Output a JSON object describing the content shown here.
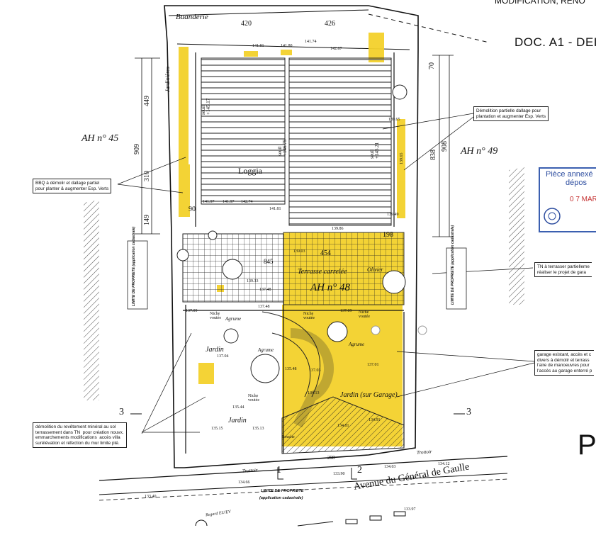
{
  "header": {
    "top_banner": "MODIFICATION, RENO",
    "doc_title": "DOC. A1 - DEI",
    "edge_letter": "P"
  },
  "parcels": {
    "left": "AH n° 45",
    "right": "AH n° 49",
    "center": "AH n° 48"
  },
  "rooms": {
    "buanderie": "Buanderie",
    "loggia": "Loggia",
    "terrasse": "Terrasse carrelée",
    "jardin_1": "Jardin",
    "jardin_2": "Jardin",
    "jardin_garage": "Jardin (sur Garage)",
    "jardinieres": "Jardinières",
    "agrume_1": "Agrume",
    "agrume_2": "Agrume",
    "agrume_3": "Agrume",
    "olivier": "Olivier",
    "niche_1": "Niche\nvoutée",
    "niche_2": "Niche\nvoutée",
    "niche_3": "Niche\nvoutée",
    "niche_4": "Niche\nvoutée",
    "souche": "Souche"
  },
  "street": {
    "avenue": "Avenue du Général de Gaulle",
    "trottoir_1": "Trottoir",
    "trottoir_2": "Trottoir",
    "regard": "Regard EU/EV",
    "limite_bottom": "LIMITE DE PROPRIETE",
    "limite_bottom_sub": "(application cadastrale)",
    "limite_left": "LIMITE DE PROPRIETE (application cadastrale)",
    "limite_right": "LIMITE DE PROPRIETE (application cadastrale)"
  },
  "notes": {
    "bbq": "BBQ à démolir et dallage partiel\npour planter & augmenter Esp. Verts",
    "demolition_dallage": "Démolition partielle dallage pour\nplantation et augmenter Esp. Verts",
    "tn_terrasser": "TN à terrasser partielleme\nréaliser le projet de gara",
    "garage": "garage existant, accès et c\ndivers à démolir et terrass\nl'aire de manoeuvres pour\nl'accès au garage enterré p",
    "demolition_revetement": "démolition du revêtement minéral au sol\nterrassement dans TN  pour création nouvx.\nemmarchements modifications  accès villa\nsurélévation et réfection du mur limite pté."
  },
  "stamp": {
    "line1": "Pièce annexé",
    "line2": "dépos",
    "line3": "0 7 MARS"
  },
  "dimensions": {
    "d420": "420",
    "d426": "426",
    "d449": "449",
    "d909": "909",
    "d310": "310",
    "d149": "149",
    "d838": "838",
    "d908": "908",
    "d70": "70",
    "d454": "454",
    "d845": "845",
    "d298": "298",
    "d198": "198",
    "d90": "90"
  },
  "levels": {
    "l14181": "141.81",
    "l14180": "141.80",
    "l14287": "142.87",
    "l14174": "141.74",
    "l14197a": "141.97",
    "l14197b": "141.97",
    "l14274": "142.74",
    "l14181b": "141.81",
    "l13986": "139.86",
    "l13949": "139.49",
    "l13903": "139.03",
    "l13933": "139.33",
    "l13748": "137.48",
    "l13709a": "137.09",
    "l13709b": "137.09",
    "l13748b": "137.48",
    "l13704": "137.04",
    "l13701": "137.01",
    "l13703": "137.03",
    "l13548": "135.48",
    "l13413": "134.13",
    "l13544": "135.44",
    "l13515": "135.15",
    "l13513": "135.13",
    "l13481": "134.81",
    "l13491": "134.91",
    "l13390": "133.90",
    "l13403": "134.03",
    "l13412": "134.12",
    "l13466": "134.66",
    "l13340": "133.40",
    "l13397": "133.97",
    "l13965": "139.65",
    "l13965b": "139.65"
  },
  "sections": {
    "s3a": "3",
    "s3b": "3",
    "s1": "1",
    "s2": "2"
  },
  "seuils": {
    "seuil_loggia": "seuil\n+145.17",
    "seuil_main": "seuil\n+146.75",
    "seuil_right": "seuil\n+145.21"
  },
  "colors": {
    "highlight": "#f3d12b",
    "ink": "#111111",
    "stamp_blue": "#2e4ea0",
    "stamp_red": "#c43030"
  }
}
